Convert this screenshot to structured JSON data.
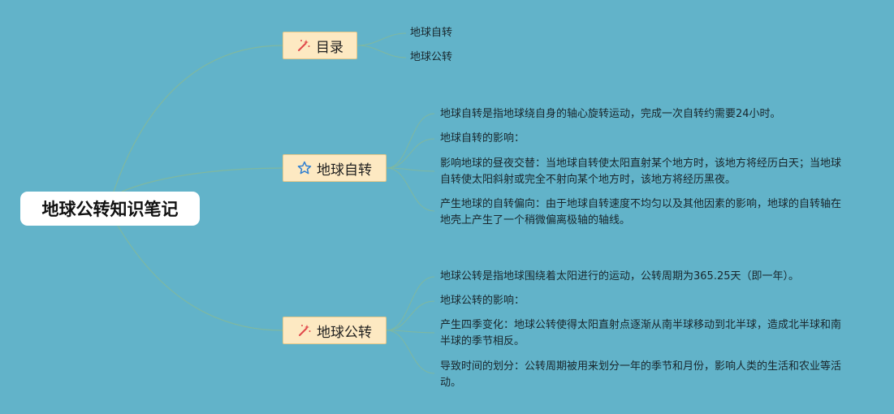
{
  "root": {
    "title": "地球公转知识笔记"
  },
  "branches": [
    {
      "label": "目录",
      "icon": "magic-wand-icon",
      "leaves": [
        "地球自转",
        "地球公转"
      ]
    },
    {
      "label": "地球自转",
      "icon": "star-icon",
      "leaves": [
        "地球自转是指地球绕自身的轴心旋转运动，完成一次自转约需要24小时。",
        "地球自转的影响：",
        "影响地球的昼夜交替：当地球自转使太阳直射某个地方时，该地方将经历白天；当地球自转使太阳斜射或完全不射向某个地方时，该地方将经历黑夜。",
        "产生地球的自转偏向：由于地球自转速度不均匀以及其他因素的影响，地球的自转轴在地壳上产生了一个稍微偏离极轴的轴线。"
      ]
    },
    {
      "label": "地球公转",
      "icon": "magic-wand-icon",
      "leaves": [
        "地球公转是指地球围绕着太阳进行的运动，公转周期为365.25天（即一年）。",
        "地球公转的影响：",
        "产生四季变化：地球公转使得太阳直射点逐渐从南半球移动到北半球，造成北半球和南半球的季节相反。",
        "导致时间的划分：公转周期被用来划分一年的季节和月份，影响人类的生活和农业等活动。"
      ]
    }
  ],
  "colors": {
    "background": "#62b3c9",
    "node_fill": "#fde9c2",
    "line": "#7fb8a0",
    "icon_red": "#e0484a",
    "icon_blue": "#2f7fd1"
  }
}
